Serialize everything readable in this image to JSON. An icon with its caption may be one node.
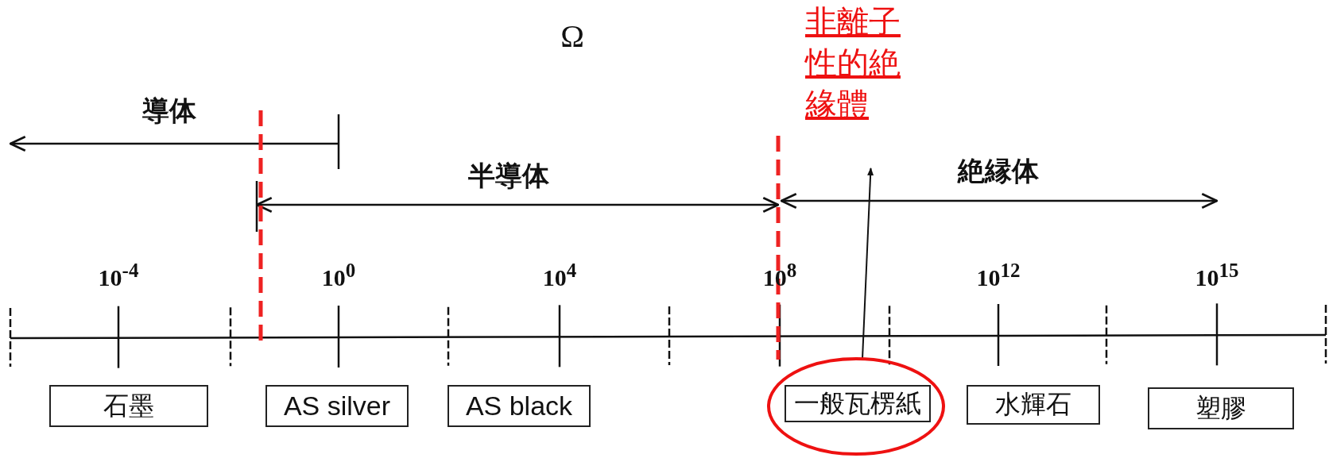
{
  "diagram": {
    "title": "Ω",
    "nodes": [
      {
        "text": [
          "石墨"
        ]
      },
      {
        "text": [
          "AS silver"
        ]
      },
      {
        "text": [
          "AS black"
        ]
      },
      {
        "text": [],
        "shape": "circle"
      },
      {
        "text": [
          "一般瓦楞紙"
        ],
        "in": 3
      },
      {
        "text": [
          "水輝石"
        ]
      },
      {
        "text": [
          "塑膠"
        ]
      },
      {
        "text": [
          "非離子性的絶緣體"
        ]
      }
    ],
    "edges": [
      {
        "from": 3,
        "to": 7,
        "arrow": "to"
      }
    ],
    "labels": [
      "導体",
      "半導体",
      "絶縁体",
      "10$^{-4}$",
      "10$^{0}$",
      "10$^{4}$",
      "10$^{8}$",
      "10$^{12}$",
      "10$^{15}$"
    ]
  }
}
